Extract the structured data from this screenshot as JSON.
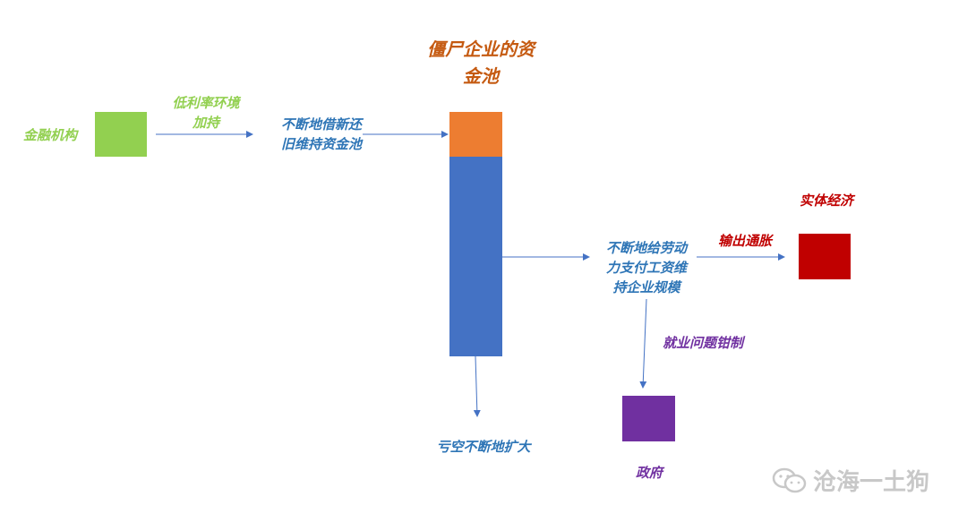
{
  "title": "僵尸企业的资\n金池",
  "nodes": {
    "financial": {
      "label": "金融机构",
      "color": "#92d050"
    },
    "low_rate": {
      "label": "低利率环境\n加持",
      "color": "#92d050"
    },
    "borrow": {
      "label": "不断地借新还\n旧维持资金池",
      "color": "#2e75b6"
    },
    "pool": {
      "top_color": "#ed7d31",
      "bottom_color": "#4472c4"
    },
    "pay": {
      "label": "不断地给劳动\n力支付工资维\n持企业规模",
      "color": "#2e75b6"
    },
    "inflation": {
      "label": "输出通胀",
      "color": "#c00000"
    },
    "real_economy": {
      "label": "实体经济",
      "color": "#c00000"
    },
    "employment": {
      "label": "就业问题钳制",
      "color": "#7030a0"
    },
    "government": {
      "label": "政府",
      "color": "#7030a0"
    },
    "loss": {
      "label": "亏空不断地扩大",
      "color": "#2e75b6"
    }
  },
  "title_color": "#c55a11",
  "arrow_color": "#4472c4",
  "watermark": {
    "text": "沧海一土狗",
    "icon": "wechat-icon"
  }
}
